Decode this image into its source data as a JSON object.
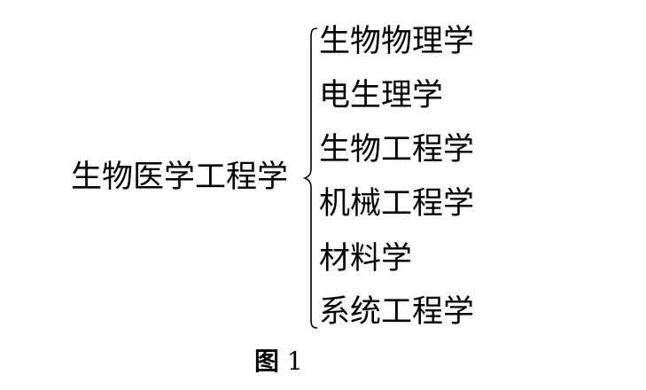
{
  "diagram": {
    "root": "生物医学工程学",
    "branches": [
      "生物物理学",
      "电生理学",
      "生物工程学",
      "机械工程学",
      "材料学",
      "系统工程学"
    ]
  },
  "caption": {
    "label": "图",
    "number": "1"
  }
}
